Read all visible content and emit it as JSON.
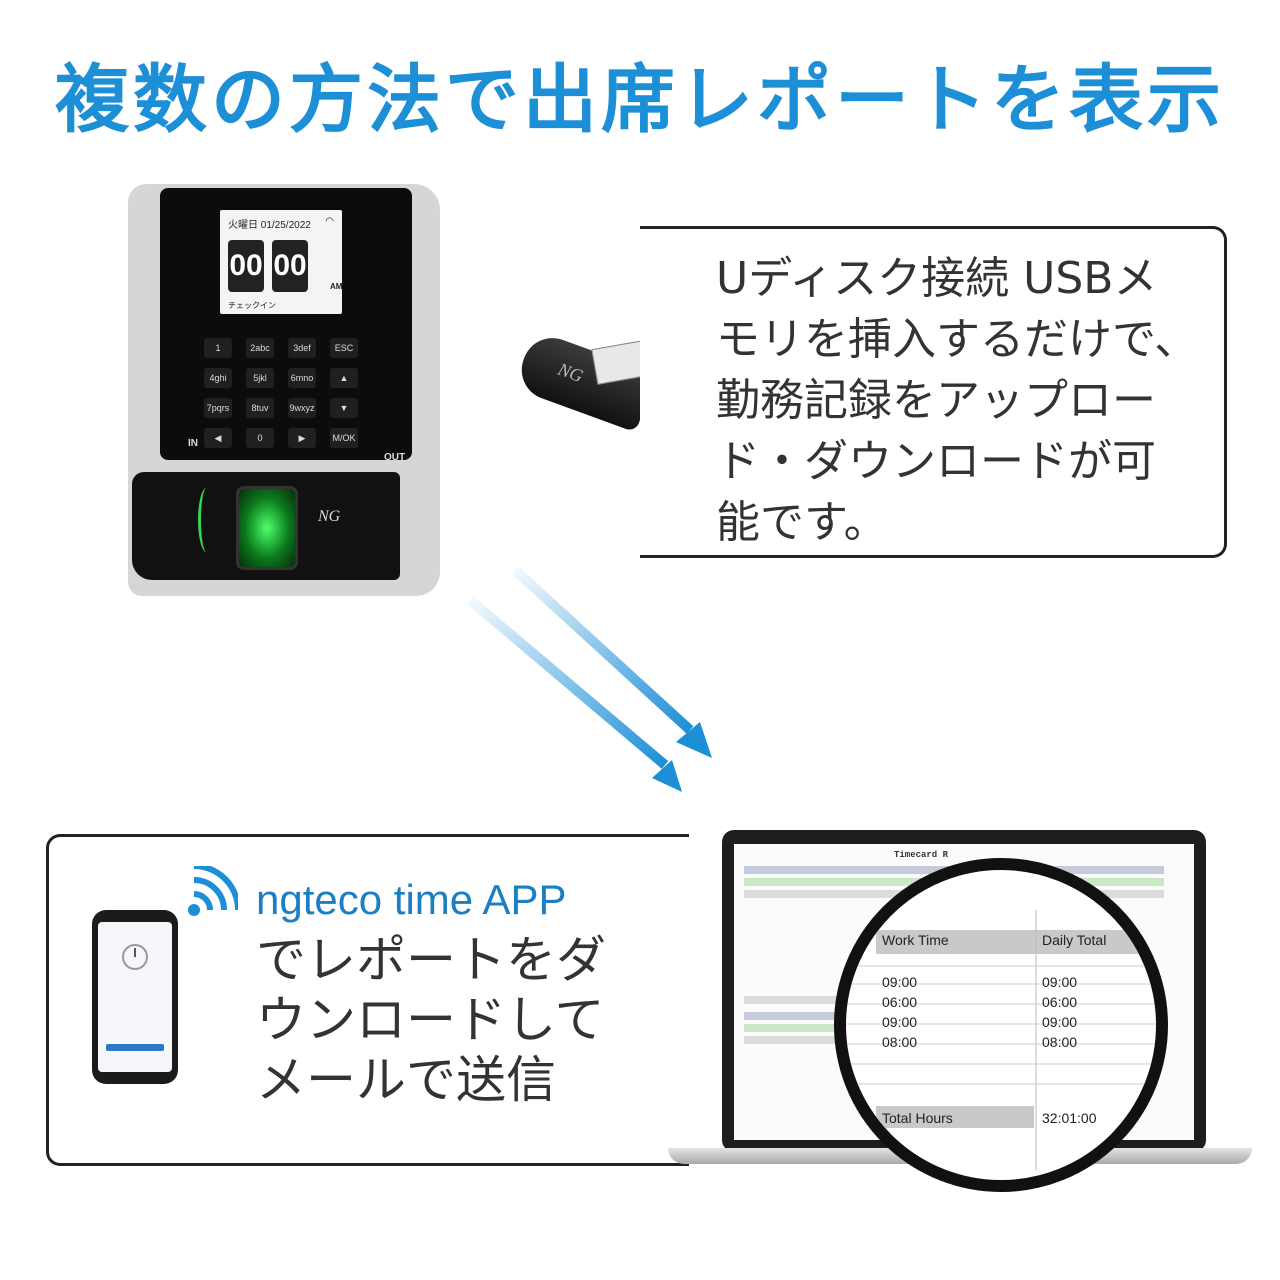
{
  "headline": "複数の方法で出席レポートを表示",
  "device": {
    "screen_date": "火曜日 01/25/2022",
    "hours": "00",
    "minutes": "00",
    "ampm": "AM",
    "status": "チェックイン",
    "keys": [
      "1",
      "2abc",
      "3def",
      "ESC",
      "4ghi",
      "5jkl",
      "6mno",
      "▲",
      "7pqrs",
      "8tuv",
      "9wxyz",
      "▼",
      "◀",
      "0",
      "▶",
      "M/OK"
    ],
    "in_label": "IN",
    "out_label": "OUT",
    "brand": "NG"
  },
  "usb_callout": {
    "lines": [
      "Uディスク接続 USBメ",
      "モリを挿入するだけで、",
      "勤務記録をアップロー",
      "ド・ダウンロードが可",
      "能です。"
    ]
  },
  "app_callout": {
    "title": "ngteco time APP",
    "lines": [
      "でレポートをダ",
      "ウンロードして",
      "メールで送信"
    ]
  },
  "laptop": {
    "sheet_title": "Timecard R",
    "magnifier": {
      "col1": "Work Time",
      "col2": "Daily Total",
      "rows": [
        {
          "work": "09:00",
          "daily": "09:00"
        },
        {
          "work": "06:00",
          "daily": "06:00"
        },
        {
          "work": "09:00",
          "daily": "09:00"
        },
        {
          "work": "08:00",
          "daily": "08:00"
        }
      ],
      "total_label": "Total Hours",
      "total_value": "32:01:00"
    }
  },
  "colors": {
    "accent": "#1c8fd6",
    "app_title": "#1c7fc4",
    "sensor_green": "#4cff6a"
  }
}
